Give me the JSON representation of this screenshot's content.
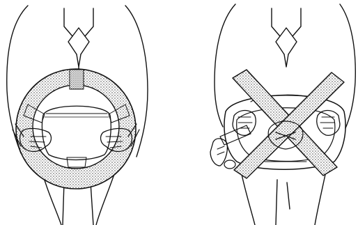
{
  "colors": {
    "ink": "#111111",
    "paper": "#ffffff",
    "stipple": "#444444"
  },
  "panels": [
    {
      "id": "left",
      "icon": "correct-grip-figure",
      "label": ""
    },
    {
      "id": "right",
      "icon": "incorrect-grip-figure",
      "crossed_out": true,
      "label": ""
    }
  ]
}
